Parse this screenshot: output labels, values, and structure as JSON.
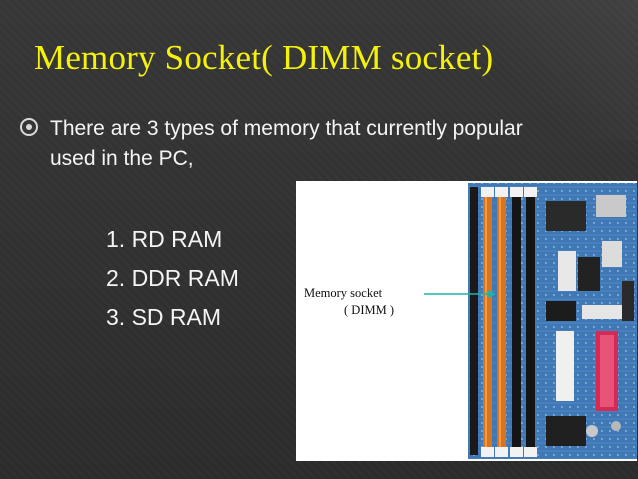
{
  "slide": {
    "title": "Memory Socket( DIMM socket)",
    "bullet": "There are 3 types of memory that currently popular used in the PC,",
    "list_items": [
      "1. RD RAM",
      "2. DDR RAM",
      "3. SD RAM"
    ],
    "image": {
      "label_line1": "Memory socket",
      "label_line2": "( DIMM )"
    }
  },
  "colors": {
    "background": "#2e2e2e",
    "title": "#f5f20a",
    "text": "#f4f4f4",
    "arrow": "#1fb3a6"
  }
}
